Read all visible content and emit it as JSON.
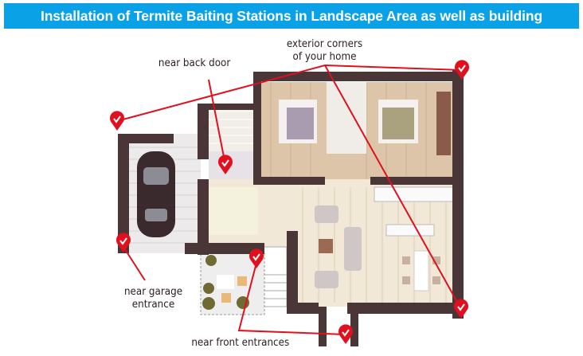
{
  "title": "Installation of Termite Baiting Stations in Landscape Area as well as building",
  "labels": {
    "back_door": "near back door",
    "exterior_line1": "exterior corners",
    "exterior_line2": "of your home",
    "garage_line1": "near garage",
    "garage_line2": "entrance",
    "front": "near front entrances"
  },
  "colors": {
    "title_bg": "#0aa1e6",
    "pin": "#e0101e",
    "wall": "#4a3636"
  },
  "icons": [
    "check-pin-icon",
    "car-icon"
  ]
}
